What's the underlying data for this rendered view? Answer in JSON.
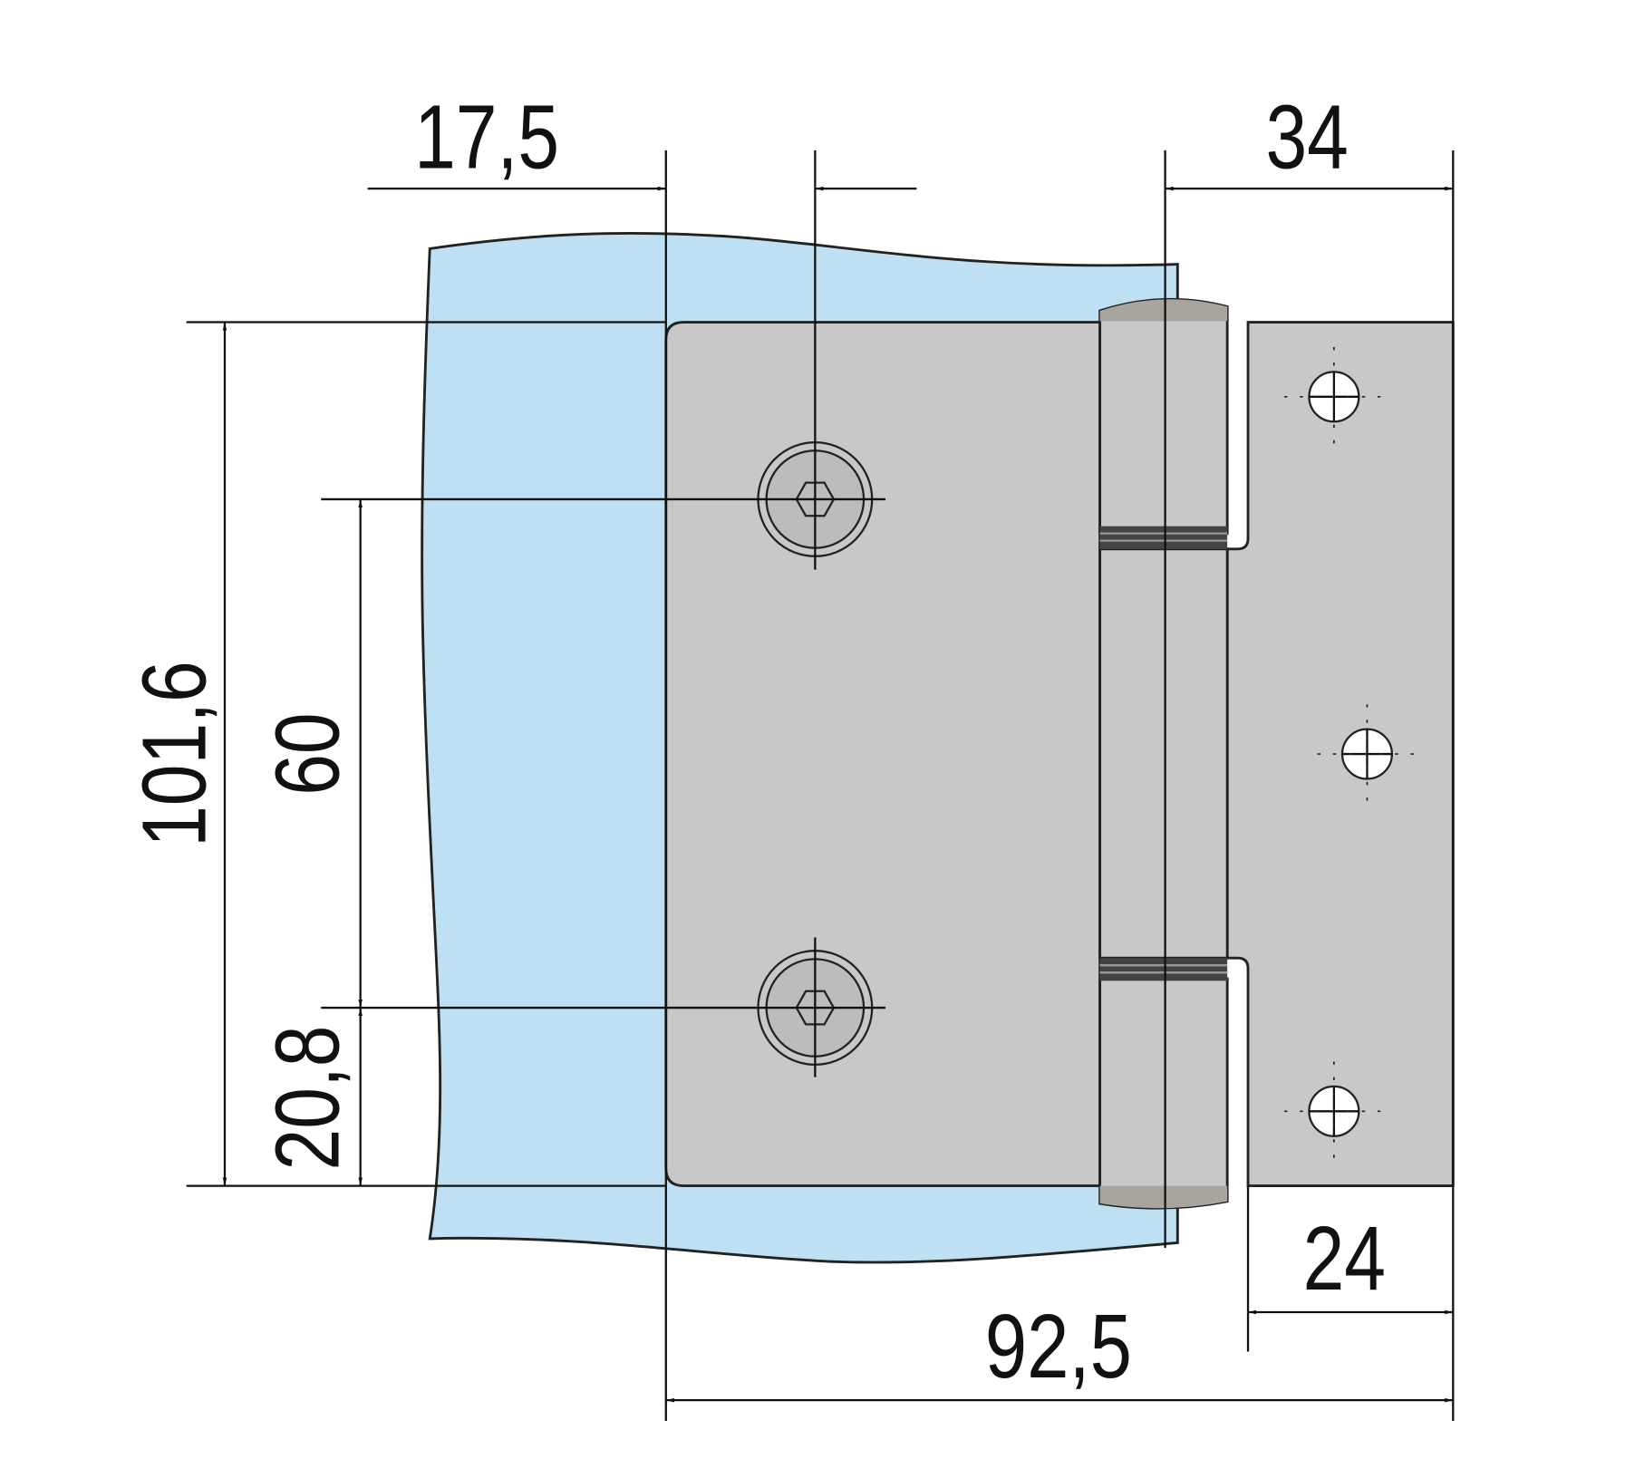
{
  "drawing": {
    "title": "Glass door hinge dimension drawing",
    "colors": {
      "glass": "#bde0f2",
      "metal": "#c8c8c8",
      "knuckle_cap": "#a8a49e",
      "groove": "#333333",
      "line": "#111111"
    },
    "dimensions": {
      "bolt_offset": "17,5",
      "knuckle_to_edge": "34",
      "height": "101,6",
      "bolt_spacing": "60",
      "bolt_bottom_offset": "20,8",
      "leaf_width": "24",
      "total_width": "92,5"
    }
  }
}
